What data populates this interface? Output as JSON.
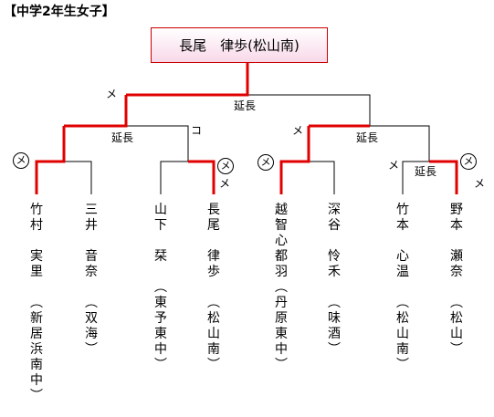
{
  "title": "【中学2年生女子】",
  "winner": "長尾　律歩(松山南)",
  "labels": {
    "enchou": "延長",
    "men": "メ",
    "ko": "コ"
  },
  "players": [
    {
      "family": "竹村",
      "given": "実里",
      "school": "新居浜南中"
    },
    {
      "family": "三井",
      "given": "音奈",
      "school": "双海"
    },
    {
      "family": "山下",
      "given": "栞",
      "school": "東予東中"
    },
    {
      "family": "長尾",
      "given": "律歩",
      "school": "松山南"
    },
    {
      "family": "越智",
      "given": "心都羽",
      "school": "丹原東中"
    },
    {
      "family": "深谷",
      "given": "怜禾",
      "school": "味酒"
    },
    {
      "family": "竹本",
      "given": "心温",
      "school": "松山南"
    },
    {
      "family": "野本",
      "given": "瀬奈",
      "school": "松山"
    }
  ]
}
